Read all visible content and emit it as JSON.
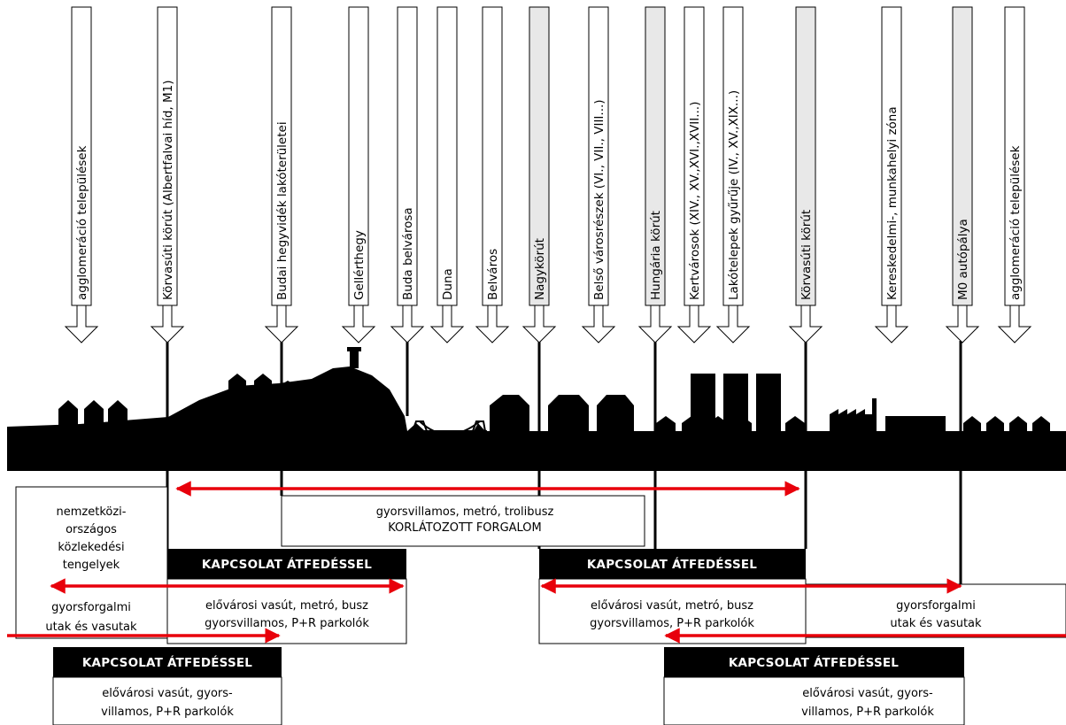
{
  "labels": [
    {
      "text": "agglomeráció települések",
      "shaded": false
    },
    {
      "text": "Körvasúti körút (Albertfalvai híd, M1)",
      "shaded": false
    },
    {
      "text": "Budai hegyvidék lakóterületei",
      "shaded": false
    },
    {
      "text": "Gellérthegy",
      "shaded": false
    },
    {
      "text": "Buda belvárosa",
      "shaded": false
    },
    {
      "text": "Duna",
      "shaded": false
    },
    {
      "text": "Belváros",
      "shaded": false
    },
    {
      "text": "Nagykörút",
      "shaded": true
    },
    {
      "text": "Belső városrészek (VI., VII., VIII...)",
      "shaded": false
    },
    {
      "text": "Hungária körút",
      "shaded": true
    },
    {
      "text": "Kertvárosok (XIV., XV.,XVI.,XVII...)",
      "shaded": false
    },
    {
      "text": "Lakótelepek gyűrűje (IV., XV.,XIX...)",
      "shaded": false
    },
    {
      "text": "Körvasúti körút",
      "shaded": true
    },
    {
      "text": "Kereskedelmi-, munkahelyi zóna",
      "shaded": false
    },
    {
      "text": "M0 autópálya",
      "shaded": true
    },
    {
      "text": "agglomeráció települések",
      "shaded": false
    }
  ],
  "zones": {
    "center": {
      "lines": [
        "gyorsvillamos, metró, trolibusz",
        "KORLÁTOZOTT FORGALOM"
      ]
    },
    "left_outer": {
      "lines": [
        "nemzetközi-",
        "országos",
        "közlekedési",
        "tengelyek",
        "",
        "gyorsforgalmi",
        "utak és vasutak"
      ]
    },
    "right_outer": {
      "lines": [
        "gyorsforgalmi",
        "utak és vasutak"
      ]
    },
    "left_mid": {
      "lines": [
        "elővárosi vasút, metró, busz",
        "gyorsvillamos, P+R parkolók"
      ]
    },
    "right_mid": {
      "lines": [
        "elővárosi vasút, metró, busz",
        "gyorsvillamos, P+R parkolók"
      ]
    },
    "left_low": {
      "lines": [
        "elővárosi vasút, gyors-",
        "villamos, P+R parkolók"
      ]
    },
    "right_low": {
      "lines": [
        "elővárosi vasút, gyors-",
        "villamos, P+R parkolók"
      ]
    }
  },
  "overlap_label": "KAPCSOLAT ÁTFEDÉSSEL",
  "colors": {
    "arrow": "#e8000b",
    "silhouette": "#000000",
    "label_shade": "#e8e8e8"
  }
}
